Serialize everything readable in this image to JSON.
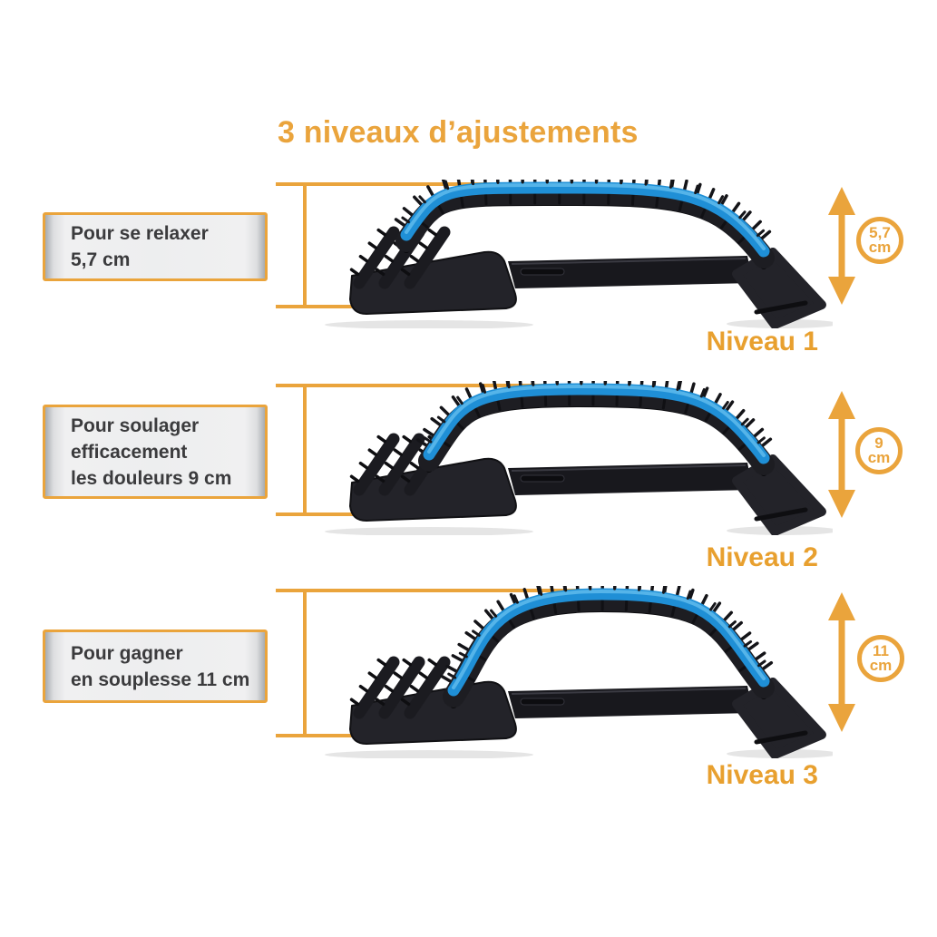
{
  "title": "3 niveaux d’ajustements",
  "colors": {
    "accent_orange": "#EAA43C",
    "product_blue": "#1F8FD6",
    "product_blue_highlight": "#5FBBEC",
    "product_black": "#1D1D22",
    "label_text": "#3B3B3D"
  },
  "icons": {
    "measure_arrow": "vertical-double-arrow-icon",
    "badge_shape": "circle-outline-icon"
  },
  "levels": [
    {
      "label_text": "Pour se relaxer\n5,7 cm",
      "badge_value": "5,7",
      "badge_unit": "cm",
      "niveau_label": "Niveau 1"
    },
    {
      "label_text": "Pour soulager\nefficacement\nles douleurs 9 cm",
      "badge_value": "9",
      "badge_unit": "cm",
      "niveau_label": "Niveau 2"
    },
    {
      "label_text": "Pour gagner\nen souplesse 11 cm",
      "badge_value": "11",
      "badge_unit": "cm",
      "niveau_label": "Niveau 3"
    }
  ]
}
